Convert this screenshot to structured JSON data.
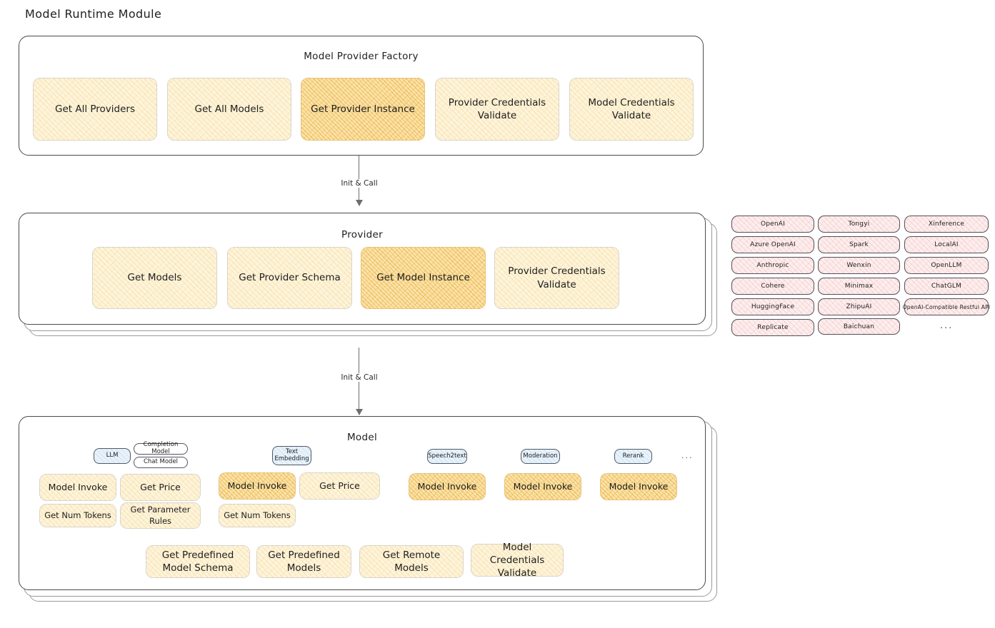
{
  "page": {
    "title": "Model Runtime Module"
  },
  "factory": {
    "title": "Model Provider Factory",
    "boxes": [
      {
        "label": "Get All Providers",
        "highlight": false
      },
      {
        "label": "Get All Models",
        "highlight": false
      },
      {
        "label": "Get Provider Instance",
        "highlight": true
      },
      {
        "label": "Provider Credentials Validate",
        "highlight": false
      },
      {
        "label": "Model Credentials Validate",
        "highlight": false
      }
    ]
  },
  "arrows": [
    {
      "label": "Init & Call"
    },
    {
      "label": "Init & Call"
    }
  ],
  "provider": {
    "title": "Provider",
    "boxes": [
      {
        "label": "Get Models",
        "highlight": false
      },
      {
        "label": "Get Provider Schema",
        "highlight": false
      },
      {
        "label": "Get Model Instance",
        "highlight": true
      },
      {
        "label": "Provider Credentials Validate",
        "highlight": false
      }
    ]
  },
  "provider_list": {
    "columns": [
      [
        "OpenAI",
        "Azure OpenAI",
        "Anthropic",
        "Cohere",
        "HuggingFace",
        "Replicate"
      ],
      [
        "Tongyi",
        "Spark",
        "Wenxin",
        "Minimax",
        "ZhipuAI",
        "Baichuan"
      ],
      [
        "Xinference",
        "LocalAI",
        "OpenLLM",
        "ChatGLM",
        "OpenAI-Compatible Restful API"
      ]
    ],
    "more": "..."
  },
  "model": {
    "title": "Model",
    "more": "...",
    "types": [
      {
        "name": "LLM",
        "subtypes": [
          "Completion Model",
          "Chat Model"
        ],
        "methods": [
          {
            "label": "Model Invoke",
            "highlight": true
          },
          {
            "label": "Get Price",
            "highlight": false
          },
          {
            "label": "Get Num Tokens",
            "highlight": false
          },
          {
            "label": "Get Parameter Rules",
            "highlight": false
          }
        ]
      },
      {
        "name": "Text Embedding",
        "subtypes": [],
        "methods": [
          {
            "label": "Model Invoke",
            "highlight": true
          },
          {
            "label": "Get Price",
            "highlight": false
          },
          {
            "label": "Get Num Tokens",
            "highlight": false
          }
        ]
      },
      {
        "name": "Speech2text",
        "subtypes": [],
        "methods": [
          {
            "label": "Model Invoke",
            "highlight": true
          }
        ]
      },
      {
        "name": "Moderation",
        "subtypes": [],
        "methods": [
          {
            "label": "Model Invoke",
            "highlight": true
          }
        ]
      },
      {
        "name": "Rerank",
        "subtypes": [],
        "methods": [
          {
            "label": "Model Invoke",
            "highlight": true
          }
        ]
      }
    ],
    "common_methods": [
      "Get Predefined Model Schema",
      "Get Predefined Models",
      "Get Remote Models",
      "Model Credentials Validate"
    ]
  },
  "colors": {
    "accent_yellow": "#fdf4dc",
    "accent_yellow_strong": "#fbe3ab",
    "chip_pink": "#fdeeee",
    "chip_blue": "#e8f2fb",
    "stroke": "#4a4a4a"
  }
}
